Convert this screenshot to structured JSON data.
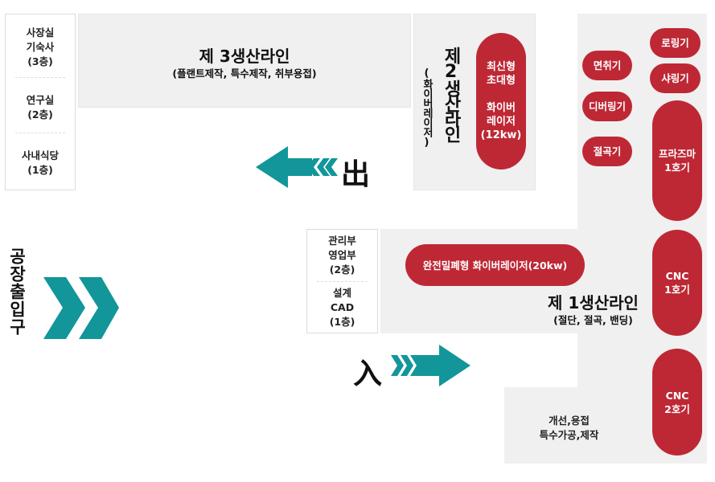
{
  "offices_left": [
    {
      "label": "사장실\n기숙사\n(3층)"
    },
    {
      "label": "연구실\n(2층)"
    },
    {
      "label": "사내식당\n(1층)"
    }
  ],
  "offices_mid": [
    {
      "label": "관리부\n영업부\n(2층)"
    },
    {
      "label": "설계\nCAD\n(1층)"
    }
  ],
  "line3": {
    "title": "제 3생산라인",
    "subtitle": "(플랜트제작, 특수제작, 취부용접)"
  },
  "line2": {
    "title": "제2생산라인",
    "subtitle": "(화이버레이저)"
  },
  "line1": {
    "title": "제 1생산라인",
    "subtitle": "(절단, 절곡, 밴딩)"
  },
  "bottom_area": {
    "label": "개선,용접\n특수가공,제작"
  },
  "machines": {
    "fiber12": "최신형\n초대형\n\n화이버\n레이저\n(12kw)",
    "roling": "로링기",
    "chamfer": "면취기",
    "sharing": "샤링기",
    "deburr": "디버링기",
    "bending": "절곡기",
    "plasma": "프라즈마\n1호기",
    "fiber20": "완전밀폐형 화이버레이저(20kw)",
    "cnc1": "CNC\n1호기",
    "cnc2": "CNC\n2호기"
  },
  "exit_label": "出",
  "entry_label": "入",
  "factory_entrance": "공장출입구",
  "colors": {
    "machine": "#be2835",
    "arrow": "#12969a",
    "area": "#f0f0f0"
  }
}
